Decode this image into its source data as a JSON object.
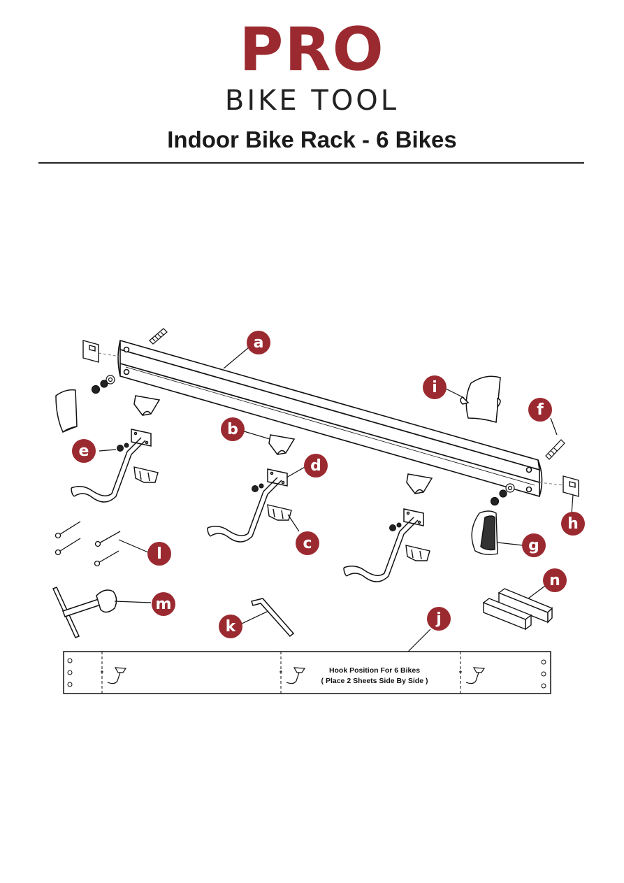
{
  "brand": {
    "name": "PRO",
    "subtitle": "BIKE TOOL",
    "color": "#9b2a30"
  },
  "title": "Indoor Bike Rack - 6 Bikes",
  "part_labels": [
    "a",
    "b",
    "c",
    "d",
    "e",
    "f",
    "g",
    "h",
    "i",
    "j",
    "k",
    "l",
    "m",
    "n"
  ],
  "template_sheet": {
    "line1": "Hook Position For 6 Bikes",
    "line2": "( Place 2 Sheets Side By Side )"
  }
}
